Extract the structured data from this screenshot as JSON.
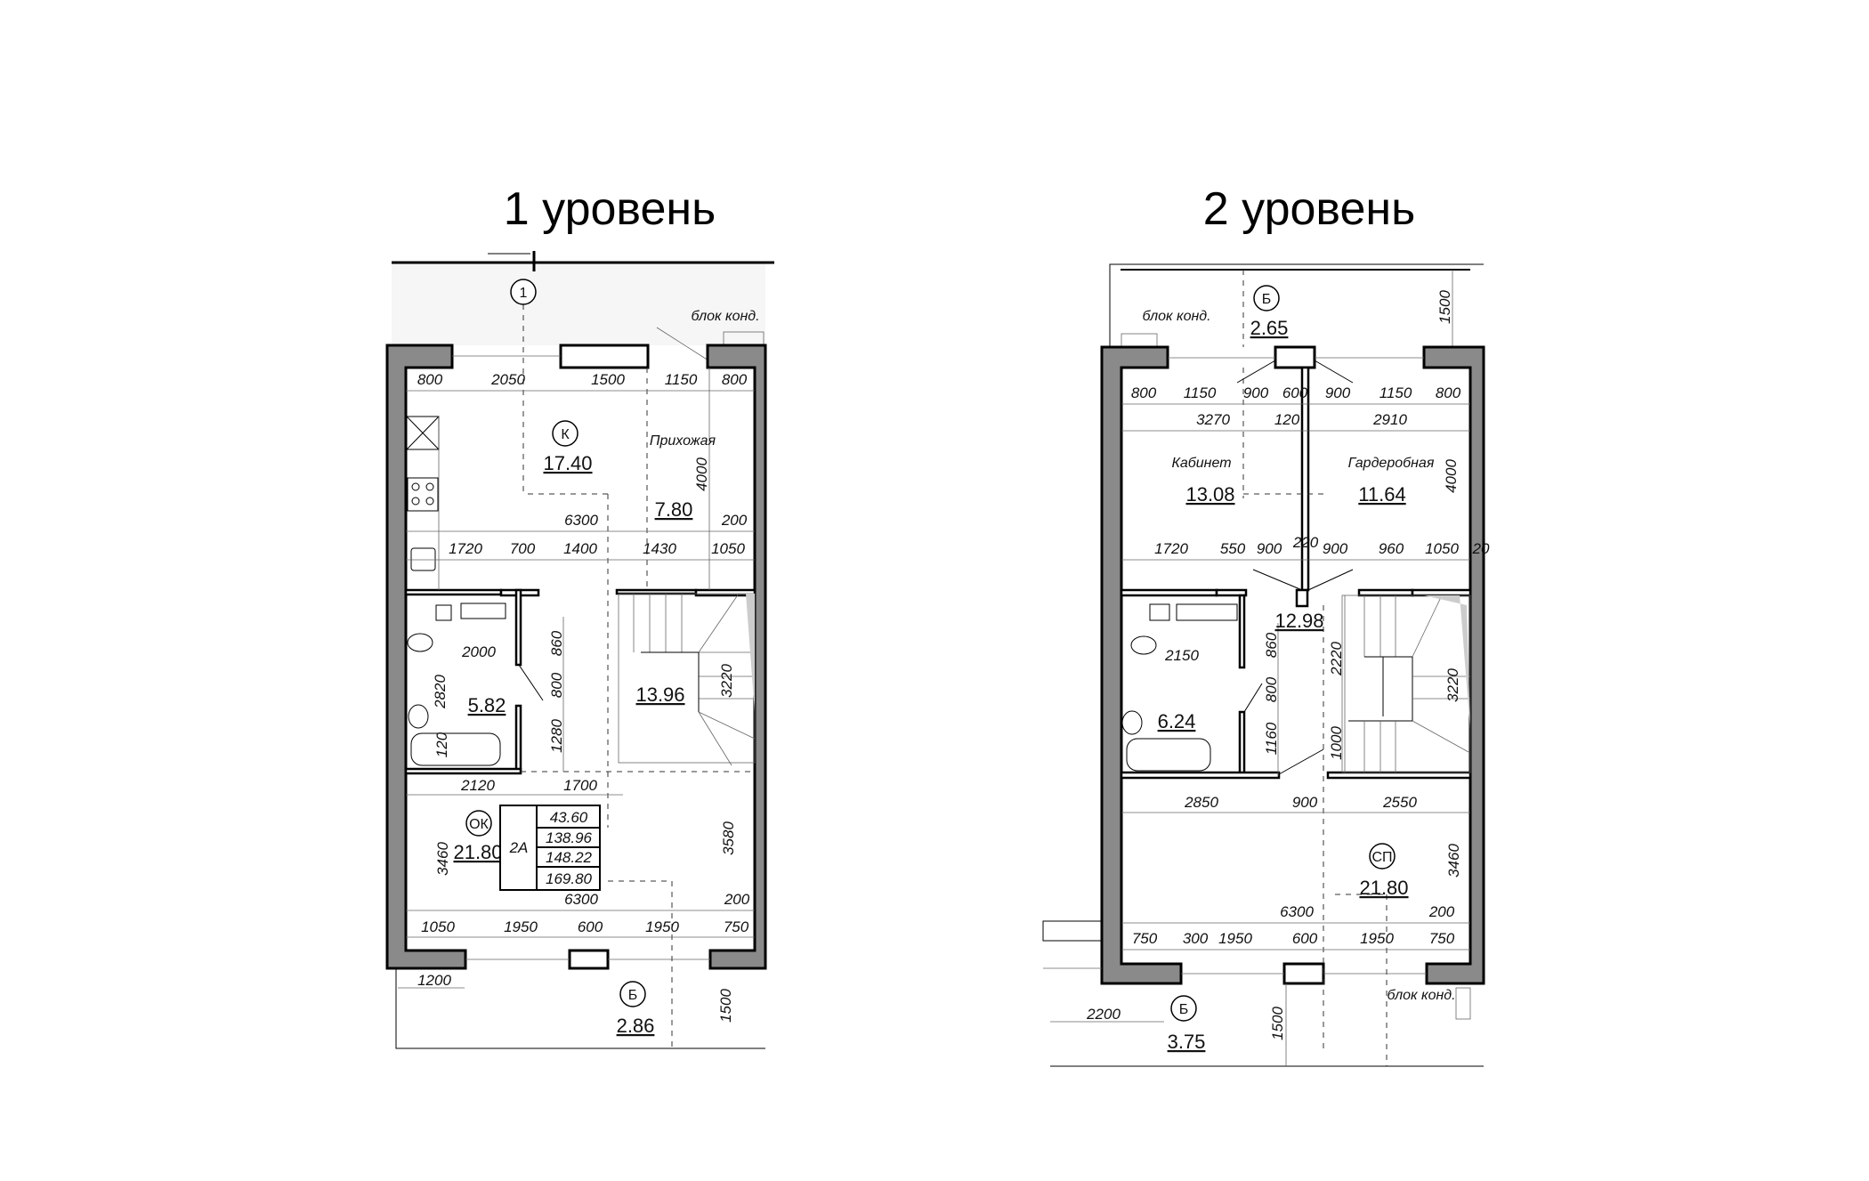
{
  "level1": {
    "title": "1 уровень",
    "axis_label": "1",
    "ac_unit_label": "блок конд.",
    "kitchen": {
      "code": "К",
      "area": "17.40"
    },
    "hall": {
      "name": "Прихожая",
      "area": "7.80"
    },
    "bathroom": {
      "area": "5.82"
    },
    "stairs": {
      "area": "13.96"
    },
    "living": {
      "code": "ОК",
      "area": "21.80"
    },
    "balcony": {
      "code": "Б",
      "area": "2.86"
    },
    "summary": {
      "type": "2А",
      "values": [
        "43.60",
        "138.96",
        "148.22",
        "169.80"
      ]
    },
    "dims": [
      "800",
      "2050",
      "1500",
      "1150",
      "800",
      "4000",
      "6300",
      "200",
      "1720",
      "700",
      "1400",
      "1430",
      "1050",
      "2000",
      "2820",
      "120",
      "860",
      "800",
      "1280",
      "3220",
      "2120",
      "1700",
      "3460",
      "3580",
      "6300",
      "200",
      "1050",
      "1950",
      "600",
      "1950",
      "750",
      "1200",
      "1500"
    ]
  },
  "level2": {
    "title": "2 уровень",
    "balcony_top": {
      "code": "Б",
      "area": "2.65"
    },
    "ac_unit_label_top": "блок конд.",
    "ac_unit_label_bottom": "блок конд.",
    "study": {
      "name": "Кабинет",
      "area": "13.08"
    },
    "wardrobe": {
      "name": "Гардеробная",
      "area": "11.64"
    },
    "hall": {
      "area": "12.98"
    },
    "bathroom": {
      "area": "6.24"
    },
    "bedroom": {
      "code": "СП",
      "area": "21.80"
    },
    "balcony_bottom": {
      "code": "Б",
      "area": "3.75"
    },
    "dims": [
      "1500",
      "800",
      "1150",
      "900",
      "600",
      "900",
      "1150",
      "800",
      "3270",
      "120",
      "2910",
      "4000",
      "1720",
      "550",
      "900",
      "220",
      "900",
      "960",
      "1050",
      "20",
      "2150",
      "860",
      "800",
      "1160",
      "2220",
      "1000",
      "3220",
      "2850",
      "900",
      "2550",
      "3460",
      "6300",
      "200",
      "750",
      "300",
      "1950",
      "600",
      "1950",
      "750",
      "2200",
      "1500"
    ]
  },
  "colors": {
    "wall": "#8a8a8a",
    "line": "#000000"
  }
}
